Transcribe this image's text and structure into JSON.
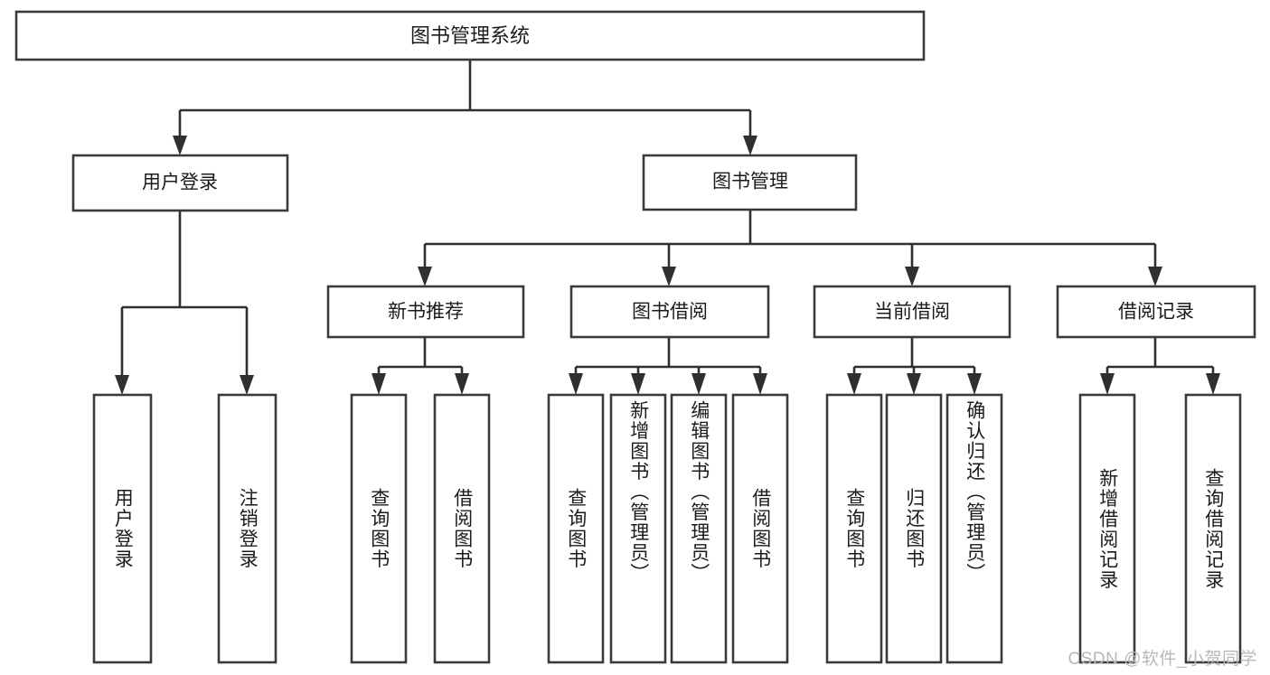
{
  "diagram": {
    "type": "tree",
    "title": "图书管理系统",
    "orientation": "top-down",
    "colors": {
      "box_fill": "#ffffff",
      "box_stroke": "#3a3a3a",
      "connector": "#2f2f2f",
      "text": "#1b1b1b",
      "watermark": "#b8b8b8",
      "background": "#ffffff"
    }
  },
  "root": {
    "label": "图书管理系统"
  },
  "level1": [
    {
      "label": "用户登录"
    },
    {
      "label": "图书管理"
    }
  ],
  "level2": [
    {
      "label": "新书推荐"
    },
    {
      "label": "图书借阅"
    },
    {
      "label": "当前借阅"
    },
    {
      "label": "借阅记录"
    }
  ],
  "leaves": {
    "user_login": [
      {
        "label": "用户登录"
      },
      {
        "label": "注销登录"
      }
    ],
    "new_book_recommend": [
      {
        "label": "查询图书"
      },
      {
        "label": "借阅图书"
      }
    ],
    "book_borrow": [
      {
        "label": "查询图书"
      },
      {
        "label": "新增图书（管理员）"
      },
      {
        "label": "编辑图书（管理员）"
      },
      {
        "label": "借阅图书"
      }
    ],
    "current_borrow": [
      {
        "label": "查询图书"
      },
      {
        "label": "归还图书"
      },
      {
        "label": "确认归还（管理员）"
      }
    ],
    "borrow_record": [
      {
        "label": "新增借阅记录"
      },
      {
        "label": "查询借阅记录"
      }
    ]
  },
  "watermark": {
    "text": "CSDN @软件_小贺同学"
  }
}
